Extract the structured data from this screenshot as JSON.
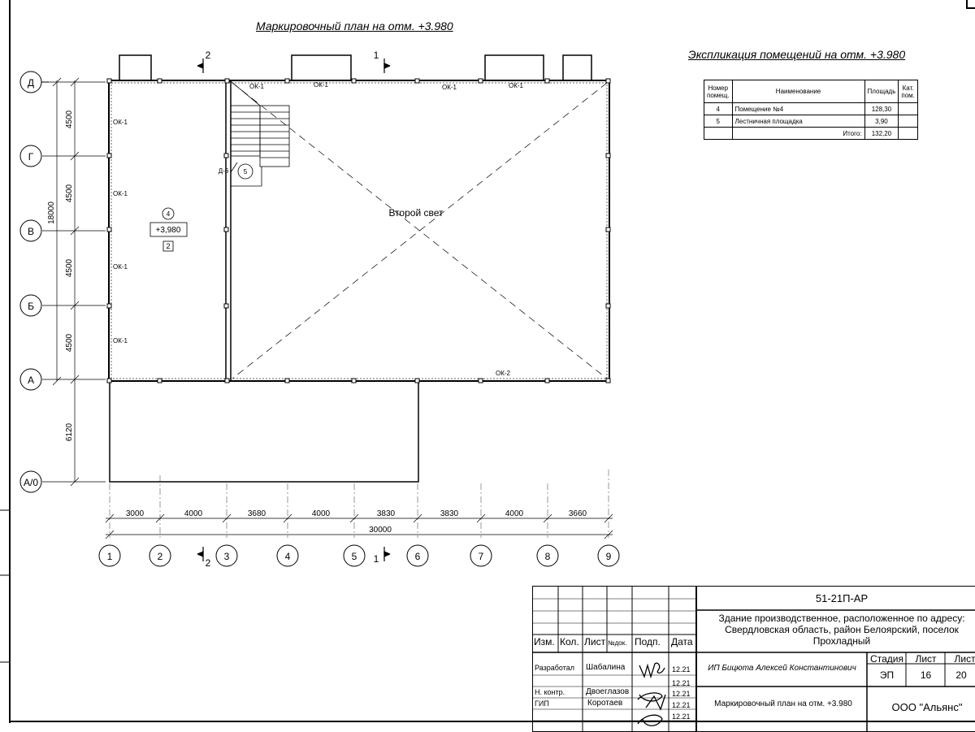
{
  "plan": {
    "title": "Маркировочный план на отм. +3.980",
    "room_second_light": "Второй свет",
    "room4_number": "4",
    "room4_level": "+3,980",
    "room4_category": "2",
    "room5_number": "5",
    "door_label": "Д-6",
    "window_ok1": "ОК-1",
    "window_ok2": "ОК-2",
    "section_2": "2",
    "section_1": "1",
    "axes_rows": [
      "Д",
      "Г",
      "В",
      "Б",
      "А",
      "А/0"
    ],
    "axes_cols": [
      "1",
      "2",
      "3",
      "4",
      "5",
      "6",
      "7",
      "8",
      "9"
    ],
    "dim_rows": [
      "4500",
      "4500",
      "4500",
      "4500",
      "6120"
    ],
    "dim_row_total": "18000",
    "dim_cols": [
      "3000",
      "4000",
      "3680",
      "4000",
      "3830",
      "3830",
      "4000",
      "3660"
    ],
    "dim_col_total": "30000"
  },
  "explication": {
    "title": "Экспликация помещений на отм. +3.980",
    "headers": [
      "Номер помещ.",
      "Наименование",
      "Площадь",
      "Кат. пом."
    ],
    "rows": [
      {
        "num": "4",
        "name": "Помещение №4",
        "area": "128,30",
        "cat": ""
      },
      {
        "num": "5",
        "name": "Лестничная площадка",
        "area": "3,90",
        "cat": ""
      }
    ],
    "total_label": "Итого:",
    "total_value": "132,20"
  },
  "stamp": {
    "code": "51-21П-АР",
    "building": "Здание производственное, расположенное по адресу: Свердловская область, район Белоярский, поселок Прохладный",
    "col_headers": [
      "Изм.",
      "Кол.",
      "Лист",
      "№док.",
      "Подп.",
      "Дата"
    ],
    "developer_role": "Разработал",
    "developer_name": "Шабалина",
    "developer_date": "12.21",
    "control_role": "Н. контр.",
    "control_name": "Двоеглазов",
    "control_date": "12.21",
    "gip_role": "ГИП",
    "gip_name": "Коротаев",
    "gip_date": "12.21",
    "company_person": "ИП Бицюта Алексей Константинович",
    "stage_label": "Стадия",
    "sheet_label": "Лист",
    "sheets_label": "Листов",
    "stage_value": "ЭП",
    "sheet_value": "16",
    "sheets_value": "20",
    "sheet_title": "Маркировочный план на отм. +3.980",
    "organization": "ООО \"Альянс\""
  }
}
